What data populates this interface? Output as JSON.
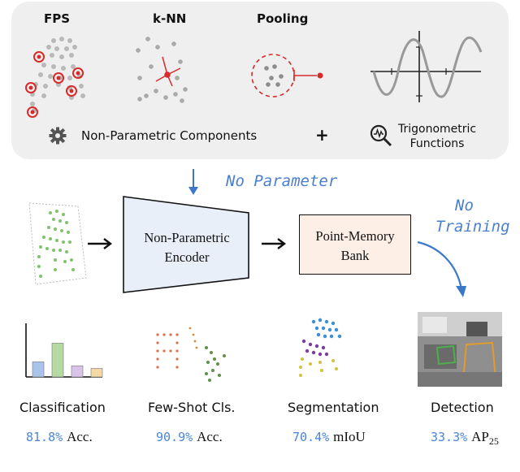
{
  "top_panel": {
    "fps_title": "FPS",
    "knn_title": "k-NN",
    "pooling_title": "Pooling",
    "nonparam_label": "Non-Parametric Components",
    "plus": "+",
    "trig_line1": "Trigonometric",
    "trig_line2": "Functions"
  },
  "annotations": {
    "no_parameter": "No Parameter",
    "no": "No",
    "training": "Training"
  },
  "encoder": {
    "line1": "Non-Parametric",
    "line2": "Encoder"
  },
  "memory": {
    "line1": "Point-Memory",
    "line2": "Bank"
  },
  "tasks": [
    {
      "name": "Classification",
      "value": "81.8%",
      "unit": "Acc."
    },
    {
      "name": "Few-Shot Cls.",
      "value": "90.9%",
      "unit": "Acc."
    },
    {
      "name": "Segmentation",
      "value": "70.4%",
      "unit": "mIoU"
    },
    {
      "name": "Detection",
      "value": "33.3%",
      "unit": "AP",
      "unit_sub": "25"
    }
  ],
  "bar_chart": {
    "values": [
      0.3,
      0.67,
      0.22,
      0.17
    ],
    "colors": [
      "#a9c4ea",
      "#b5dba3",
      "#d9c3e8",
      "#f3d9a3"
    ]
  },
  "colors": {
    "accent_blue": "#3b78c9",
    "encoder_fill": "#e9eff9",
    "memory_fill": "#fdeee6",
    "red": "#d62b2b"
  }
}
